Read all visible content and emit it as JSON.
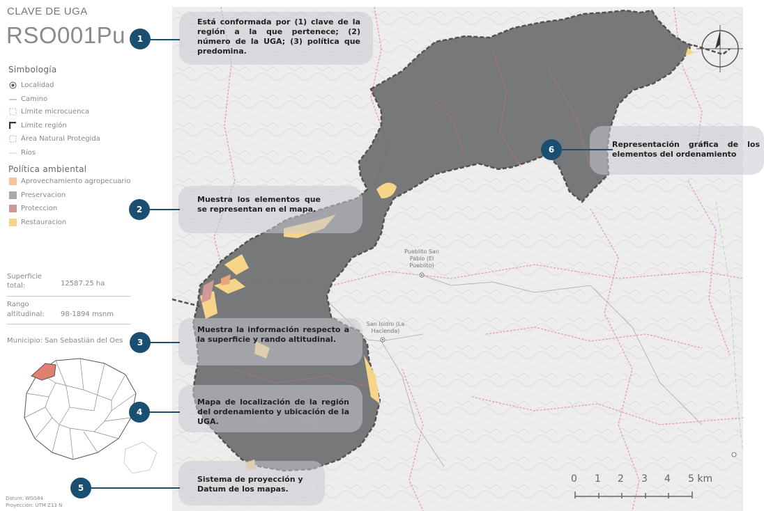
{
  "header": {
    "label": "CLAVE DE UGA",
    "code": "RSO001Pu"
  },
  "legend": {
    "title": "Simbología",
    "items": [
      {
        "label": "Localidad",
        "icon": "locality-icon"
      },
      {
        "label": "Camino",
        "icon": "road-icon"
      },
      {
        "label": "Límite microcuenca",
        "icon": "microbasin-boundary-icon"
      },
      {
        "label": "Límite región",
        "icon": "region-boundary-icon"
      },
      {
        "label": "Área Natural Protegida",
        "icon": "protected-area-icon"
      },
      {
        "label": "Ríos",
        "icon": "river-icon"
      }
    ]
  },
  "policy": {
    "title": "Política ambiental",
    "items": [
      {
        "label": "Aprovechamiento agropecuario",
        "color": "#f5c49a"
      },
      {
        "label": "Preservacion",
        "color": "#a9a9a9"
      },
      {
        "label": "Proteccion",
        "color": "#cf9a96"
      },
      {
        "label": "Restauracion",
        "color": "#f6d488"
      }
    ]
  },
  "stats": {
    "superficie_label_1": "Superficie",
    "superficie_label_2": "total:",
    "superficie_value": "12587.25 ha",
    "rango_label_1": "Rango",
    "rango_label_2": "altitudinal:",
    "rango_value": "98-1894 msnm",
    "municipio": "Municipio: San Sebastián del Oes"
  },
  "footer": {
    "datum": "Datum: WGS84",
    "proyeccion": "Proyección: UTM Z13 N"
  },
  "places": [
    {
      "line1": "Pueblito San",
      "line2": "Pablo (El",
      "line3": "Pueblito)"
    },
    {
      "line1": "San Isidro (La",
      "line2": "Hacienda)",
      "line3": ""
    }
  ],
  "scale": {
    "ticks": [
      "0",
      "1",
      "2",
      "3",
      "4",
      "5 km"
    ]
  },
  "callouts": [
    {
      "num": "1",
      "text": "Está conformada por (1) clave de la región a la que pertenece; (2) número de la UGA; (3) política que predomina."
    },
    {
      "num": "2",
      "text": "Muestra los elementos que se representan en el mapa."
    },
    {
      "num": "3",
      "text": "Muestra la información respecto a la superficie y rando altitudinal."
    },
    {
      "num": "4",
      "text": "Mapa de localización de la región del ordenamiento y ubicación de la UGA."
    },
    {
      "num": "5",
      "text": "Sistema de proyección y Datum de los mapas."
    },
    {
      "num": "6",
      "text": "Representación gráfica de los elementos del ordenamiento"
    }
  ],
  "colors": {
    "accent": "#1b4f72",
    "uga_fill": "#6d6e70",
    "region_boundary": "#55504c",
    "microbasin": "#e79bc9"
  }
}
